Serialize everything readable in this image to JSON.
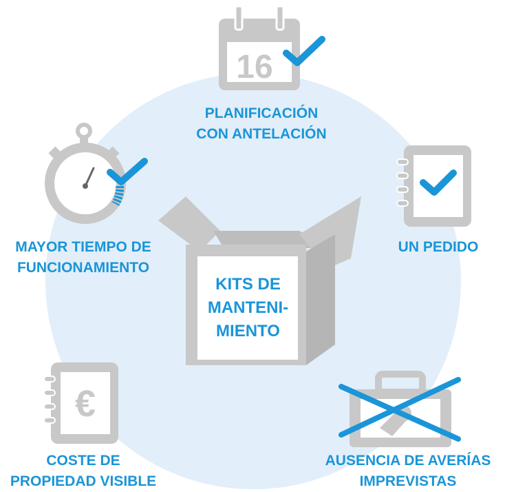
{
  "center": {
    "line1": "KITS DE",
    "line2": "MANTENI-",
    "line3": "MIENTO"
  },
  "items": {
    "planning": {
      "line1": "PLANIFICACIÓN",
      "line2": "CON ANTELACIÓN",
      "day": "16",
      "icon": "calendar-check-icon"
    },
    "order": {
      "line1": "UN PEDIDO",
      "icon": "notebook-check-icon"
    },
    "uptime": {
      "line1": "MAYOR TIEMPO DE",
      "line2": "FUNCIONAMIENTO",
      "icon": "stopwatch-check-icon"
    },
    "cost": {
      "line1": "COSTE DE",
      "line2": "PROPIEDAD VISIBLE",
      "currency": "€",
      "icon": "notebook-euro-icon"
    },
    "breakdowns": {
      "line1": "AUSENCIA DE AVERÍAS",
      "line2": "IMPREVISTAS",
      "icon": "toolbox-crossed-icon"
    }
  },
  "colors": {
    "accent": "#1a95d8",
    "icon_gray": "#c8c8c8",
    "circle": "#e2eef9"
  }
}
